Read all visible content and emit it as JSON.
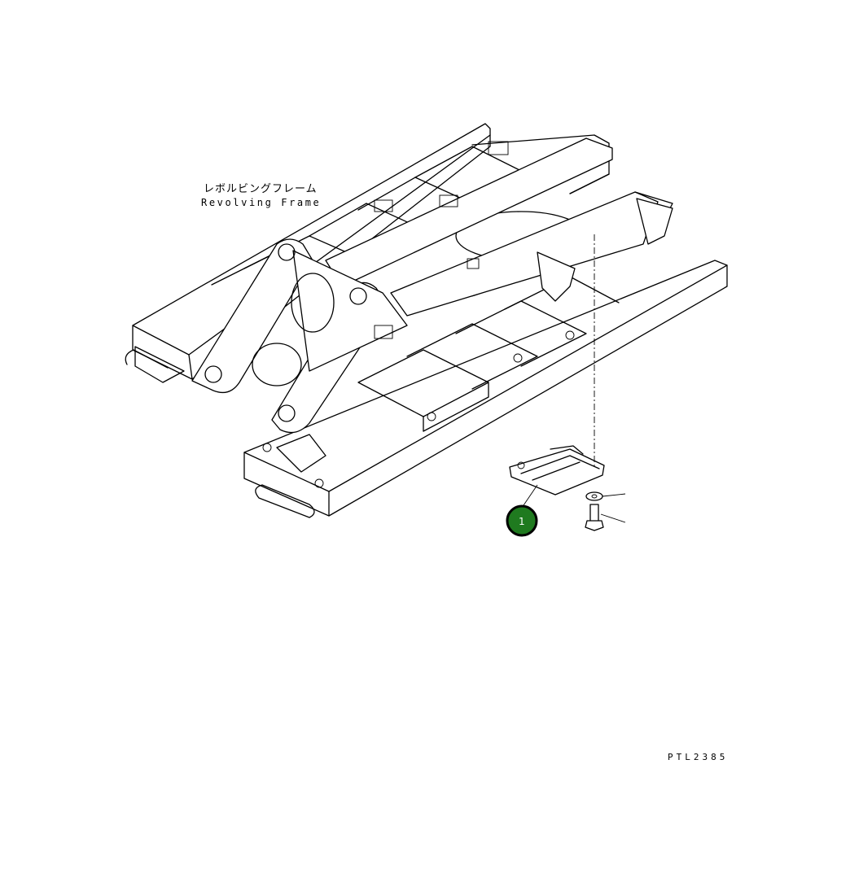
{
  "labels": {
    "assembly_jp": "レボルビングフレーム",
    "assembly_en": "Revolving Frame",
    "drawing_code": "PTL2385"
  },
  "callouts": [
    {
      "number": "1"
    }
  ],
  "colors": {
    "callout_fill": "#1f7a1f",
    "callout_ring": "#000000",
    "line": "#000000",
    "background": "#ffffff"
  }
}
